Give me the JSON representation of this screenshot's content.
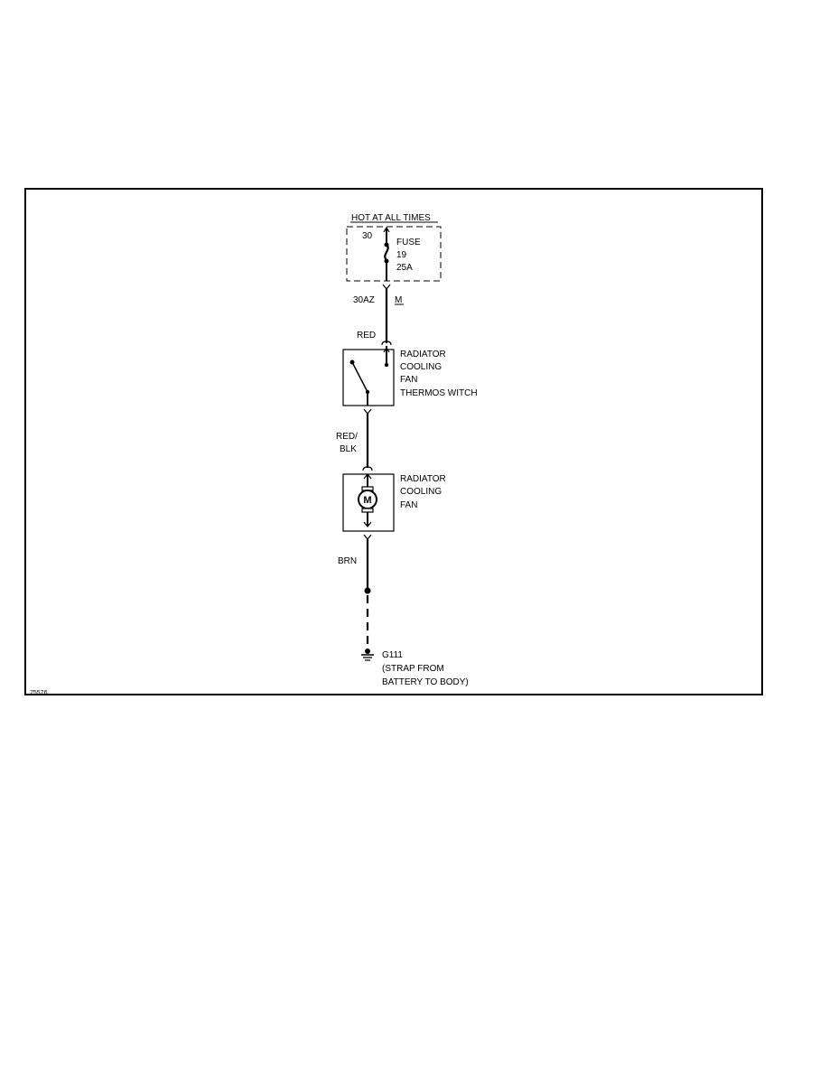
{
  "diagram": {
    "fuse_box": {
      "header": "HOT AT ALL TIMES",
      "terminal": "30",
      "fuse_label": "FUSE",
      "fuse_number": "19",
      "fuse_rating": "25A"
    },
    "circuit_id": "30AZ",
    "connector_code": "M",
    "wires": {
      "wire_1": "RED",
      "wire_2_line1": "RED/",
      "wire_2_line2": "BLK",
      "wire_3": "BRN"
    },
    "thermoswitch": {
      "line1": "RADIATOR",
      "line2": "COOLING",
      "line3": "FAN",
      "line4": "THERMOS WITCH"
    },
    "fan_motor": {
      "symbol": "M",
      "line1": "RADIATOR",
      "line2": "COOLING",
      "line3": "FAN"
    },
    "ground": {
      "id": "G111",
      "line1": "(STRAP FROM",
      "line2": "BATTERY TO BODY)"
    },
    "figure_id": "75576"
  }
}
